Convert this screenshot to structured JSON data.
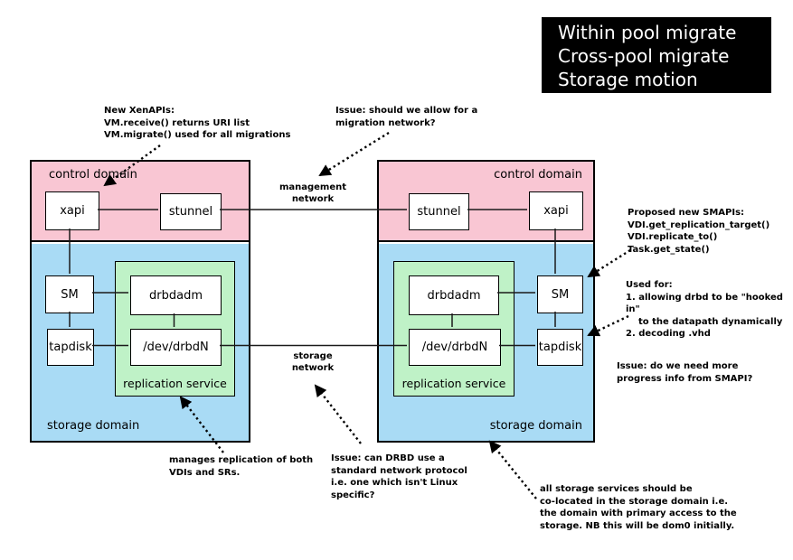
{
  "title_panel": {
    "lines": "Within pool migrate\nCross-pool migrate\nStorage motion"
  },
  "colors": {
    "control_domain": "#f9c6d3",
    "storage_domain": "#a9dbf5",
    "replication_service": "#bff2c7",
    "title_bg": "#000000",
    "title_fg": "#ffffff"
  },
  "network_labels": {
    "management": "management\nnetwork",
    "storage": "storage\nnetwork"
  },
  "hosts": {
    "left": {
      "control_domain_label": "control domain",
      "storage_domain_label": "storage domain",
      "replication_service_label": "replication service",
      "xapi": "xapi",
      "stunnel": "stunnel",
      "sm": "SM",
      "tapdisk": "tapdisk",
      "drbdadm": "drbdadm",
      "drbd_device": "/dev/drbdN"
    },
    "right": {
      "control_domain_label": "control domain",
      "storage_domain_label": "storage domain",
      "replication_service_label": "replication service",
      "xapi": "xapi",
      "stunnel": "stunnel",
      "sm": "SM",
      "tapdisk": "tapdisk",
      "drbdadm": "drbdadm",
      "drbd_device": "/dev/drbdN"
    }
  },
  "notes": {
    "new_xenapis": "New XenAPIs:\nVM.receive() returns URI list\nVM.migrate() used for all migrations",
    "migration_network": "Issue: should we allow for a\nmigration network?",
    "proposed_smapis": "Proposed new SMAPIs:\nVDI.get_replication_target()\nVDI.replicate_to()\nTask.get_state()",
    "used_for": "Used for:\n1. allowing drbd to be \"hooked in\"\n    to the datapath dynamically\n2. decoding .vhd",
    "progress_info": "Issue: do we need more\nprogress info from SMAPI?",
    "manages_replication": "manages replication of both\nVDIs and SRs.",
    "drbd_protocol": "Issue: can DRBD use a\nstandard network protocol\ni.e. one which isn't Linux\nspecific?",
    "colocated_storage": "all storage services should be\nco-located in the storage domain i.e.\nthe domain with primary access to the\nstorage. NB this will be dom0 initially."
  }
}
